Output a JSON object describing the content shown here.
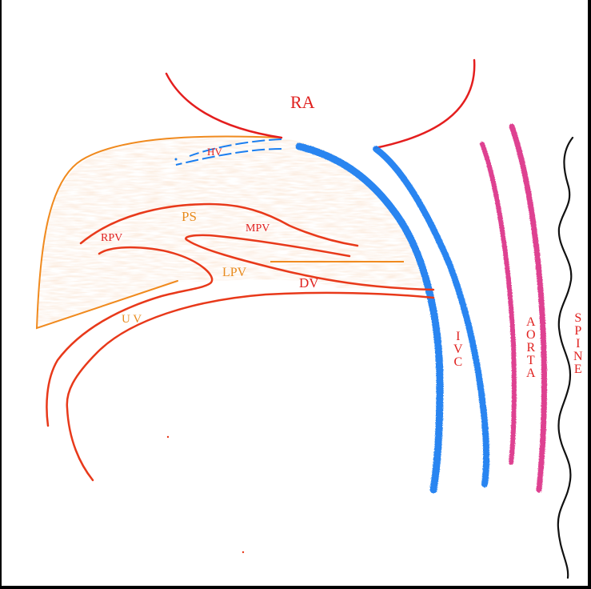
{
  "diagram": {
    "description": "Schematic sagittal ultrasound-style illustration of fetal liver venous anatomy",
    "colors": {
      "label_red": "#e0211f",
      "label_orange": "#e88a1c",
      "vessel_red": "#e8391a",
      "ra_red": "#e41e1e",
      "liver_outline": "#f08a1e",
      "liver_fill": "#f8d9c0",
      "ivc_blue": "#1a7ef0",
      "aorta_pink": "#d8207e",
      "spine_black": "#111111",
      "border": "#000000"
    },
    "labels": {
      "ra": "RA",
      "hv": "HV",
      "ps": "PS",
      "rpv": "RPV",
      "mpv": "MPV",
      "lpv": "LPV",
      "dv": "DV",
      "uv": "U V",
      "ivc": [
        "I",
        "V",
        "C"
      ],
      "aorta": [
        "A",
        "O",
        "R",
        "T",
        "A"
      ],
      "spine": [
        "S",
        "P",
        "I",
        "N",
        "E"
      ]
    },
    "structures": [
      {
        "id": "ra",
        "name": "Right atrium"
      },
      {
        "id": "hv",
        "name": "Hepatic vein"
      },
      {
        "id": "ps",
        "name": "Portal sinus"
      },
      {
        "id": "rpv",
        "name": "Right portal vein"
      },
      {
        "id": "mpv",
        "name": "Main portal vein"
      },
      {
        "id": "lpv",
        "name": "Left portal vein"
      },
      {
        "id": "dv",
        "name": "Ductus venosus"
      },
      {
        "id": "uv",
        "name": "Umbilical vein"
      },
      {
        "id": "ivc",
        "name": "Inferior vena cava"
      },
      {
        "id": "aorta",
        "name": "Aorta"
      },
      {
        "id": "spine",
        "name": "Spine"
      }
    ]
  }
}
